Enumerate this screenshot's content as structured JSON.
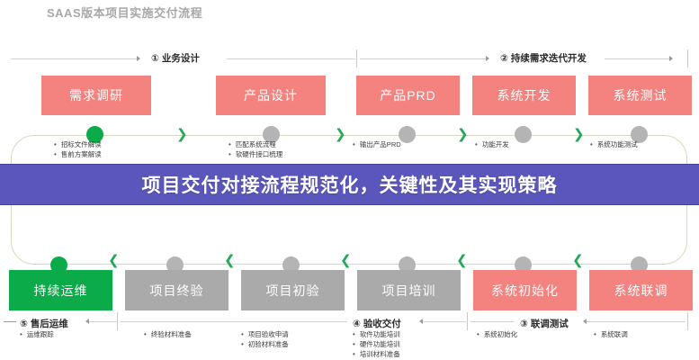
{
  "document": {
    "title": "SAAS版本项目实施交付流程"
  },
  "overlay_banner": {
    "text": "项目交付对接流程规范化，关键性及其实现策略",
    "background_color": "#5a56bb",
    "text_color": "#ffffff"
  },
  "colors": {
    "pink": "#f4827f",
    "gray": "#aaaaaa",
    "green": "#0cab4a",
    "rail": "#d2d2d2",
    "loop_border": "#d8d8c0",
    "chevron": "#1faa56",
    "title_gray": "#a8a8a8"
  },
  "top_stages": [
    {
      "num": "①",
      "label": "业务设计"
    },
    {
      "num": "②",
      "label": "持续需求迭代开发"
    }
  ],
  "bottom_stages": [
    {
      "num": "⑤",
      "label": "售后运维"
    },
    {
      "num": "④",
      "label": "验收交付"
    },
    {
      "num": "③",
      "label": "联调测试"
    }
  ],
  "top_row": [
    {
      "label": "需求调研",
      "color": "pink",
      "node": "green",
      "bullets": [
        "招标文件解读",
        "售前方案解读"
      ]
    },
    {
      "label": "产品设计",
      "color": "pink",
      "node": "gray",
      "bullets": [
        "匹配系统流程",
        "软硬件接口梳理"
      ]
    },
    {
      "label": "产品PRD",
      "color": "pink",
      "node": "gray",
      "bullets": [
        "输出产品PRD"
      ]
    },
    {
      "label": "系统开发",
      "color": "pink",
      "node": "gray",
      "bullets": [
        "功能开发"
      ]
    },
    {
      "label": "系统测试",
      "color": "pink",
      "node": "gray",
      "bullets": [
        "系统功能测试"
      ]
    }
  ],
  "bottom_row": [
    {
      "label": "持续运维",
      "color": "green",
      "node": "green",
      "bullets": [
        "运维跟踪"
      ]
    },
    {
      "label": "项目终验",
      "color": "gray",
      "node": "gray",
      "bullets": [
        "终验材料准备"
      ]
    },
    {
      "label": "项目初验",
      "color": "gray",
      "node": "gray",
      "bullets": [
        "项目验收申请",
        "初验材料准备"
      ]
    },
    {
      "label": "项目培训",
      "color": "gray",
      "node": "gray",
      "bullets": [
        "软件功能培训",
        "硬件功能培训",
        "培训材料准备"
      ]
    },
    {
      "label": "系统初始化",
      "color": "pink",
      "node": "gray",
      "bullets": [
        "系统初始化"
      ]
    },
    {
      "label": "系统联调",
      "color": "pink",
      "node": "gray",
      "bullets": [
        "系统联调"
      ]
    }
  ],
  "icons": {
    "chevron": "❯",
    "chevron_back": "❯"
  }
}
